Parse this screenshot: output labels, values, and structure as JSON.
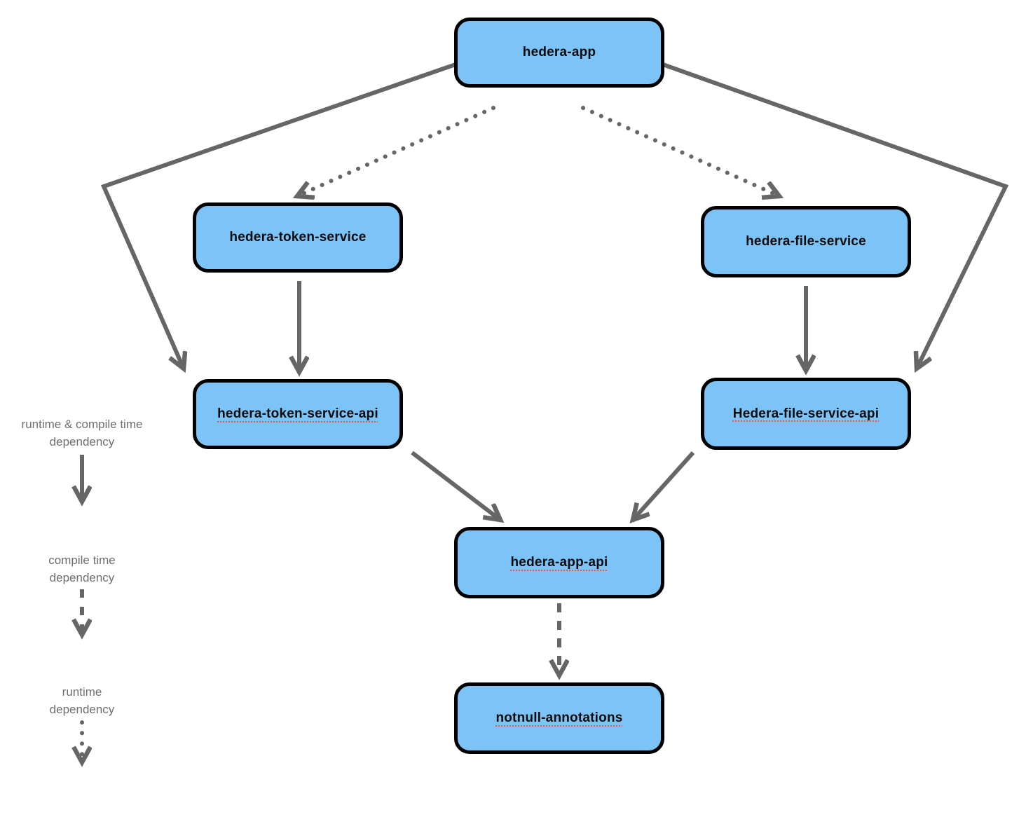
{
  "diagram": {
    "colors": {
      "node_fill": "#7CC4F8",
      "node_border": "#000000",
      "arrow": "#666666",
      "legend_text": "#6e6e6e",
      "spellcheck_underline": "#fb4b43",
      "background": "#ffffff"
    },
    "nodes": {
      "hedera_app": {
        "label": "hedera-app"
      },
      "hedera_token_service": {
        "label": "hedera-token-service"
      },
      "hedera_file_service": {
        "label": "hedera-file-service"
      },
      "hedera_token_service_api": {
        "label": "hedera-token-service-api"
      },
      "hedera_file_service_api": {
        "label": "Hedera-file-service-api"
      },
      "hedera_app_api": {
        "label": "hedera-app-api"
      },
      "notnull_annotations": {
        "label": "notnull-annotations"
      }
    },
    "edges": [
      {
        "from": "hedera-app",
        "to": "hedera-token-service-api",
        "type": "runtime & compile time dependency",
        "style": "solid"
      },
      {
        "from": "hedera-app",
        "to": "Hedera-file-service-api",
        "type": "runtime & compile time dependency",
        "style": "solid"
      },
      {
        "from": "hedera-app",
        "to": "hedera-token-service",
        "type": "runtime dependency",
        "style": "dotted"
      },
      {
        "from": "hedera-app",
        "to": "hedera-file-service",
        "type": "runtime dependency",
        "style": "dotted"
      },
      {
        "from": "hedera-token-service",
        "to": "hedera-token-service-api",
        "type": "runtime & compile time dependency",
        "style": "solid"
      },
      {
        "from": "hedera-file-service",
        "to": "Hedera-file-service-api",
        "type": "runtime & compile time dependency",
        "style": "solid"
      },
      {
        "from": "hedera-token-service-api",
        "to": "hedera-app-api",
        "type": "runtime & compile time dependency",
        "style": "solid"
      },
      {
        "from": "Hedera-file-service-api",
        "to": "hedera-app-api",
        "type": "runtime & compile time dependency",
        "style": "solid"
      },
      {
        "from": "hedera-app-api",
        "to": "notnull-annotations",
        "type": "compile time dependency",
        "style": "dashed"
      }
    ],
    "legend": {
      "items": [
        {
          "line1": "runtime & compile time",
          "line2": "dependency",
          "style": "solid"
        },
        {
          "line1": "compile time",
          "line2": "dependency",
          "style": "dashed"
        },
        {
          "line1": "runtime",
          "line2": "dependency",
          "style": "dotted"
        }
      ]
    }
  }
}
